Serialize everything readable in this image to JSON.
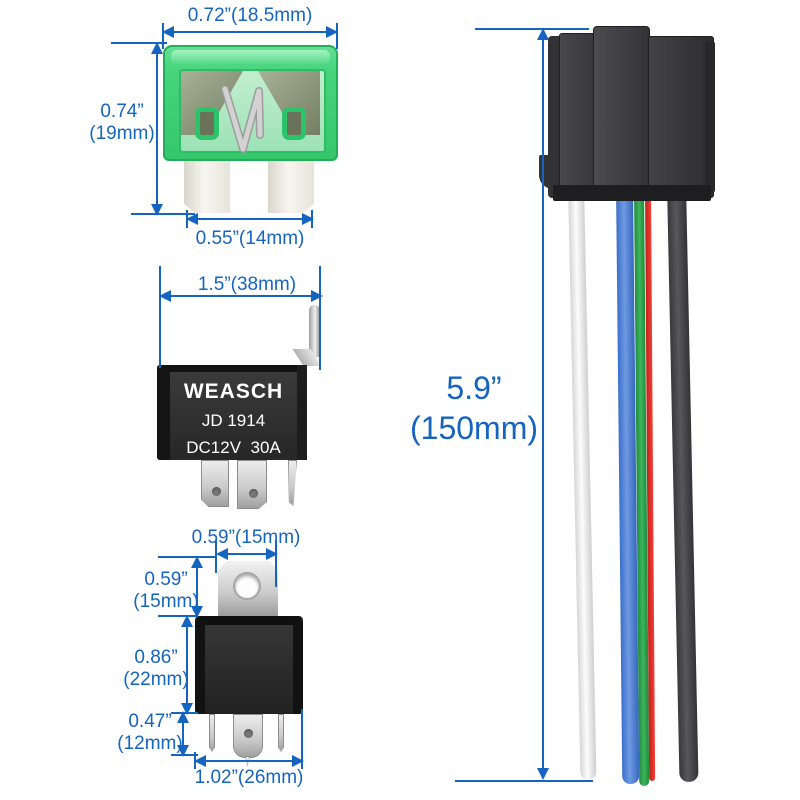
{
  "colors": {
    "background": "#ffffff",
    "dimension_blue": "#1565C0",
    "fuse_green": "#3fcf74",
    "fuse_terminal_white": "#efede6",
    "relay_body_black": "#262626",
    "metal_silver": "#d9d9d9",
    "wire_white": "#f2f2f2",
    "wire_blue": "#4b80d5",
    "wire_green": "#2fa751",
    "wire_red": "#e62b24",
    "wire_black": "#47474a"
  },
  "fuse": {
    "width_label": "0.72”(18.5mm)",
    "height_label_line1": "0.74”",
    "height_label_line2": "(19mm)",
    "terminal_width_label": "0.55”(14mm)"
  },
  "relay": {
    "width_label": "1.5”(38mm)",
    "brand": "WEASCH",
    "model": "JD 1914",
    "rating": "DC12V  30A"
  },
  "relay_side": {
    "bracket_width_label": "0.59”(15mm)",
    "bracket_height_label_line1": "0.59”",
    "bracket_height_label_line2": "(15mm)",
    "body_height_label_line1": "0.86”",
    "body_height_label_line2": "(22mm)",
    "pin_height_label_line1": "0.47”",
    "pin_height_label_line2": "(12mm)",
    "body_width_label": "1.02”(26mm)"
  },
  "harness": {
    "length_label_line1": "5.9”",
    "length_label_line2": "(150mm)",
    "wire_colors": [
      "white",
      "blue",
      "green",
      "red",
      "black"
    ]
  }
}
